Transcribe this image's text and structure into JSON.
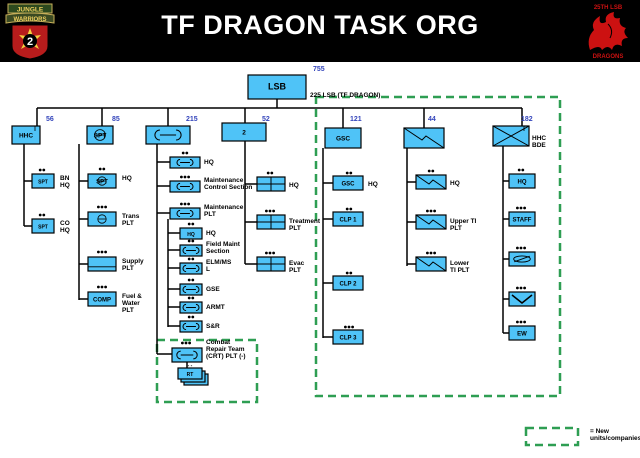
{
  "header": {
    "title": "TF DRAGON TASK ORG",
    "left_patch": {
      "tab": "JUNGLE",
      "scroll": "WARRIORS",
      "number": "2"
    },
    "right_logo": {
      "top": "25TH LSB",
      "bottom": "DRAGONS"
    }
  },
  "root": {
    "label": "LSB",
    "number": "755",
    "caption": "225 LSB (TF DRAGON)"
  },
  "hhc": {
    "label": "HHC",
    "number": "56",
    "children": [
      {
        "box": "SPT",
        "label": "BN\nHQ"
      },
      {
        "box": "SPT",
        "label": "CO\nHQ"
      }
    ]
  },
  "spt": {
    "label": "SPT",
    "number": "85",
    "children": [
      {
        "box": "SPT",
        "label": "HQ"
      },
      {
        "box": "",
        "label": "Trans\nPLT"
      },
      {
        "box": "",
        "label": "Supply\nPLT"
      },
      {
        "box": "COMP",
        "label": "Fuel &\nWater\nPLT"
      }
    ]
  },
  "maint": {
    "number": "215",
    "children": [
      {
        "box": "",
        "label": "HQ"
      },
      {
        "box": "",
        "label": "Maintenance\nControl Section"
      },
      {
        "box": "",
        "label": "Maintenance\nPLT"
      },
      {
        "box": "HQ",
        "label": "HQ"
      },
      {
        "box": "",
        "label": "Field Maint\nSection"
      },
      {
        "box": "",
        "label": "ELM/MS\nL"
      },
      {
        "box": "",
        "label": "GSE"
      },
      {
        "box": "",
        "label": "ARMT"
      },
      {
        "box": "",
        "label": "S&R"
      },
      {
        "box": "",
        "label": "Combat\nRepair Team\n(CRT) PLT (-)"
      },
      {
        "box": "RT",
        "label": ""
      }
    ]
  },
  "med": {
    "label": "2",
    "number": "52",
    "children": [
      {
        "label": "HQ"
      },
      {
        "label": "Treatment\nPLT"
      },
      {
        "label": "Evac\nPLT"
      }
    ]
  },
  "gsc": {
    "label": "GSC",
    "number": "121",
    "children": [
      {
        "box": "GSC",
        "label": "HQ"
      },
      {
        "box": "CLP 1",
        "label": ""
      },
      {
        "box": "CLP 2",
        "label": ""
      },
      {
        "box": "CLP 3",
        "label": ""
      }
    ]
  },
  "sig": {
    "number": "44",
    "children": [
      {
        "label": "HQ"
      },
      {
        "label": "Upper TI\nPLT"
      },
      {
        "label": "Lower\nTI PLT"
      }
    ]
  },
  "hhc_bde": {
    "label": "HHC\nBDE",
    "number": "182",
    "children": [
      {
        "box": "HQ"
      },
      {
        "box": "STAFF"
      },
      {
        "box": ""
      },
      {
        "box": ""
      },
      {
        "box": "EW"
      }
    ]
  },
  "legend": {
    "text": "= New\nunits/companies"
  },
  "colors": {
    "unit_fill": "#4fc3f7",
    "outline": "#000000",
    "new_unit_dash": "#2e9e52",
    "number": "#3344bb",
    "logo_red": "#cc1111"
  }
}
